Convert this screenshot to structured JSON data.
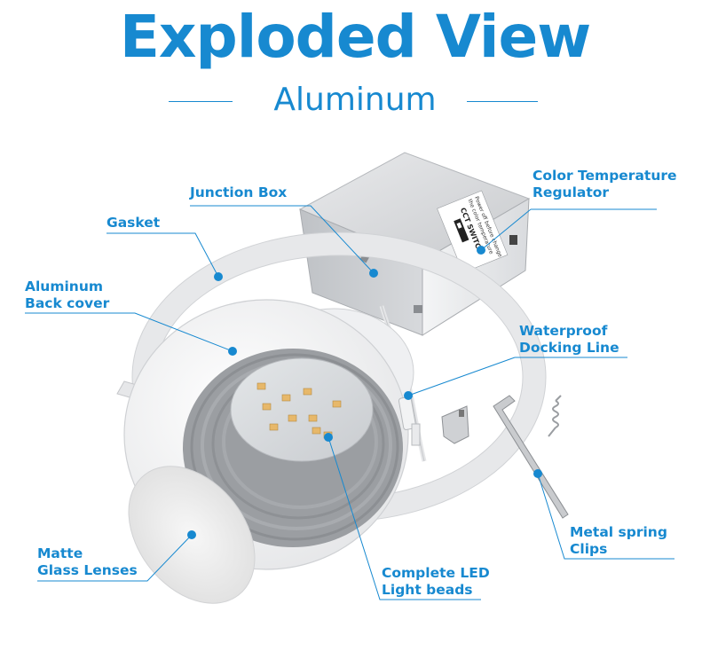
{
  "title": "Exploded View",
  "subtitle": "Aluminum",
  "accent_color": "#1789d0",
  "labels": {
    "junction_box": "Junction Box",
    "color_temp_line1": "Color Temperature",
    "color_temp_line2": "Regulator",
    "gasket": "Gasket",
    "back_cover_line1": "Aluminum",
    "back_cover_line2": "Back cover",
    "waterproof_line1": "Waterproof",
    "waterproof_line2": "Docking Line",
    "metal_spring_line1": "Metal spring",
    "metal_spring_line2": "Clips",
    "matte_line1": "Matte",
    "matte_line2": "Glass Lenses",
    "led_line1": "Complete LED",
    "led_line2": "Light beads"
  },
  "box_sticker": {
    "line1": "Power off before change",
    "line2": "the color temperature",
    "switch_label": "CCT SWITCH"
  }
}
